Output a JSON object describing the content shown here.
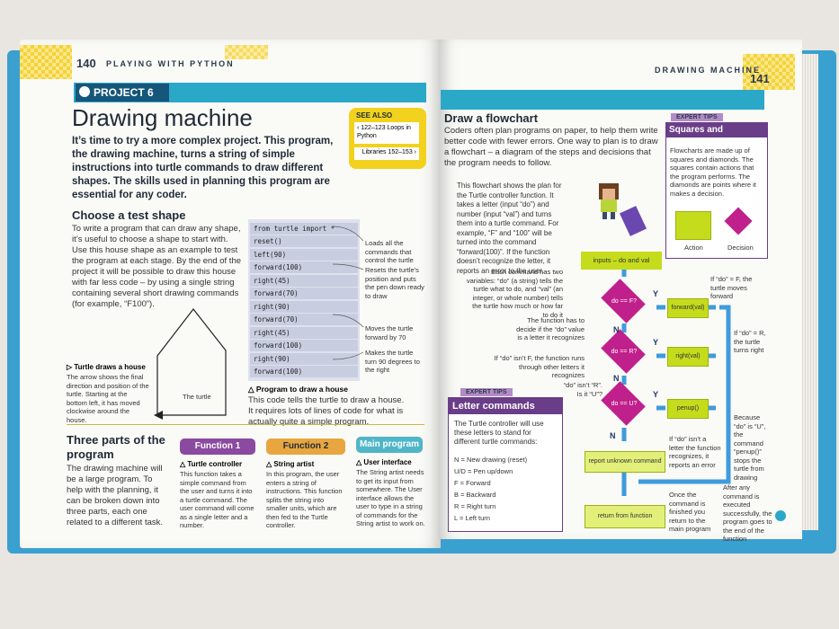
{
  "left_page": {
    "page_number": "140",
    "header": "PLAYING WITH PYTHON",
    "project_label": "PROJECT 6",
    "title": "Drawing machine",
    "intro": "It’s time to try a more complex project. This program, the drawing machine, turns a string of simple instructions into turtle commands to draw different shapes. The skills used in planning this program are essential for any coder.",
    "see_also": {
      "heading": "SEE ALSO",
      "items": [
        "‹ 122–123 Loops in Python",
        "Libraries 152–153 ›"
      ]
    },
    "test_shape": {
      "heading": "Choose a test shape",
      "body": "To write a program that can draw any shape, it’s useful to choose a shape to start with. Use this house shape as an example to test the program at each stage. By the end of the project it will be possible to draw this house with far less code – by using a single string containing several short drawing commands (for example, “F100”).",
      "turtle_label": "The turtle",
      "caption_title": "▷ Turtle draws a house",
      "caption": "The arrow shows the final direction and position of the turtle. Starting at the bottom left, it has moved clockwise around the house."
    },
    "code": {
      "lines": [
        "from turtle import *",
        "reset()",
        "left(90)",
        "forward(100)",
        "right(45)",
        "forward(70)",
        "right(90)",
        "forward(70)",
        "right(45)",
        "forward(100)",
        "right(90)",
        "forward(100)"
      ],
      "annotations": [
        "Loads all the commands that control the turtle",
        "Resets the turtle’s position and puts the pen down ready to draw",
        "Moves the turtle forward by 70",
        "Makes the turtle turn 90 degrees to the right"
      ],
      "caption_title": "△ Program to draw a house",
      "caption": "This code tells the turtle to draw a house. It requires lots of lines of code for what is actually quite a simple program."
    },
    "three_parts": {
      "heading": "Three parts of the program",
      "body": "The drawing machine will be a large program. To help with the planning, it can be broken down into three parts, each one related to a different task.",
      "functions": [
        {
          "label": "Function 1",
          "title": "△ Turtle controller",
          "text": "This function takes a simple command from the user and turns it into a turtle command. The user command will come as a single letter and a number.",
          "color": "#8a4aa0"
        },
        {
          "label": "Function 2",
          "title": "△ String artist",
          "text": "In this program, the user enters a string of instructions. This function splits the string into smaller units, which are then fed to the Turtle controller.",
          "color": "#e8a640"
        },
        {
          "label": "Main program",
          "title": "△ User interface",
          "text": "The String artist needs to get its input from somewhere. The User interface allows the user to type in a string of commands for the String artist to work on.",
          "color": "#4fb6c8"
        }
      ]
    }
  },
  "right_page": {
    "page_number": "141",
    "header": "DRAWING MACHINE",
    "flow_heading": "Draw a flowchart",
    "flow_intro": "Coders often plan programs on paper, to help them write better code with fewer errors. One way to plan is to draw a flowchart – a diagram of the steps and decisions that the program needs to follow.",
    "flow_desc": "This flowchart shows the plan for the Turtle controller function. It takes a letter (input “do”) and number (input “val”) and turns them into a turtle command. For example, “F” and “100” will be turned into the command “forward(100)”. If the function doesn’t recognize the letter, it reports an error to the user.",
    "expert_tips_label": "EXPERT TIPS",
    "squares_tip": {
      "title": "Squares and diamonds",
      "text": "Flowcharts are made up of squares and diamonds. The squares contain actions that the program performs. The diamonds are points where it makes a decision.",
      "action_label": "Action",
      "decision_label": "Decision"
    },
    "letter_tip": {
      "title": "Letter commands",
      "text": "The Turtle controller will use these letters to stand for different turtle commands:",
      "commands": [
        "N = New drawing (reset)",
        "U/D = Pen up/down",
        "F = Forward",
        "B = Backward",
        "R = Right turn",
        "L = Left turn"
      ]
    },
    "flowchart": {
      "input": "inputs – do and val",
      "decisions": [
        "do == F?",
        "do == R?",
        "do == U?"
      ],
      "actions": [
        "forward(val)",
        "right(val)",
        "penup()"
      ],
      "yes": "Y",
      "no": "N",
      "error": "report unknown command",
      "return": "return from function",
      "notes": [
        "Each command has two variables: “do” (a string) tells the turtle what to do, and “val” (an integer, or whole number) tells the turtle how much or how far to do it",
        "The function has to decide if the “do” value is a letter it recognizes",
        "If “do” isn’t F, the function runs through other letters it recognizes",
        "“do” isn’t “R”. Is it “U”?",
        "If “do” = F, the turtle moves forward",
        "If “do” = R, the turtle turns right",
        "Because “do” is “U”, the command “penup()” stops the turtle from drawing",
        "If “do” isn’t a letter the function recognizes, it reports an error",
        "Once the command is finished you return to the main program",
        "After any command is executed successfully, the program goes to the end of the function"
      ]
    }
  }
}
